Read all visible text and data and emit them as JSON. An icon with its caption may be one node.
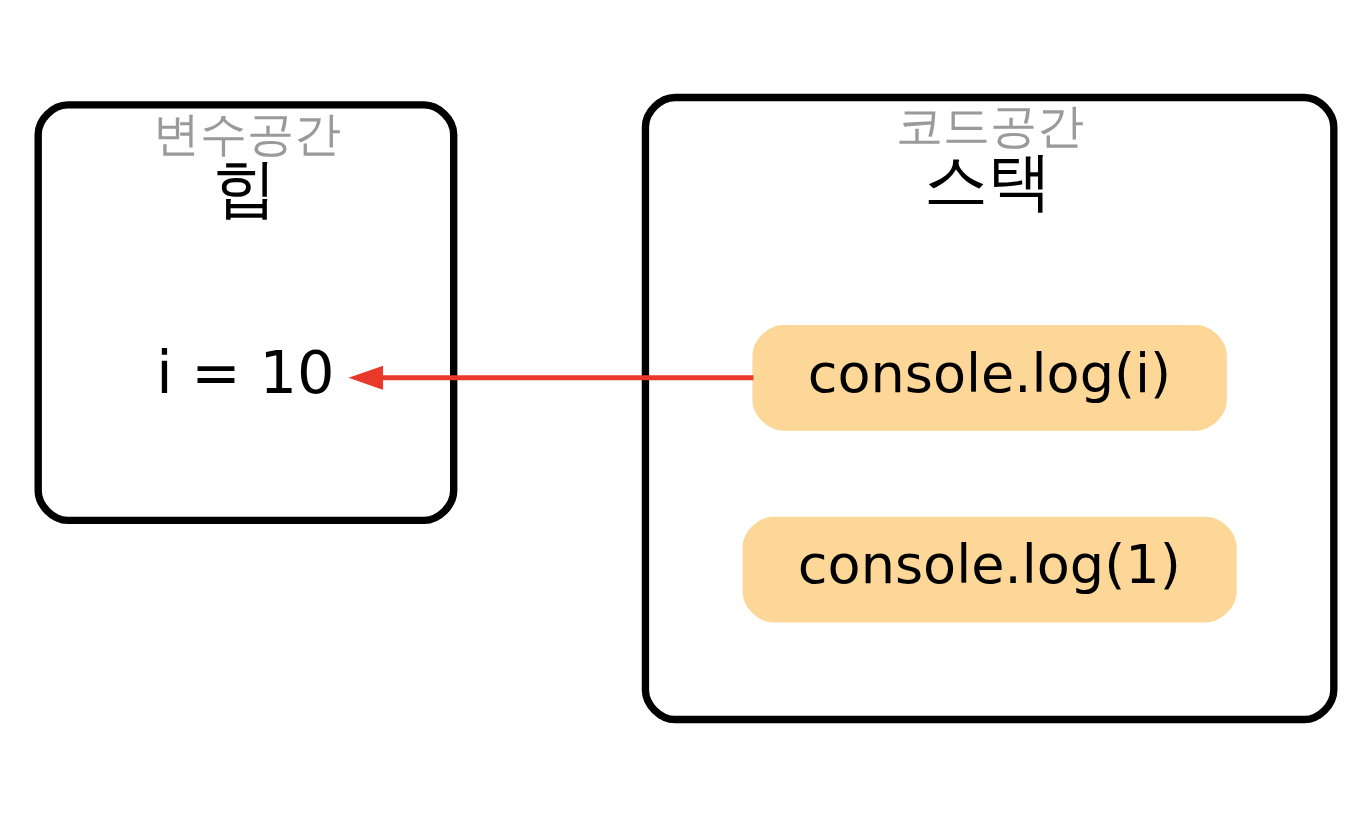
{
  "diagram": {
    "nodes": [
      {
        "text": [
          "힙"
        ],
        "beside": [
          "변수공간"
        ]
      },
      {
        "text": [
          "i = 10"
        ],
        "in": 0
      },
      {
        "text": [
          "스택"
        ],
        "beside": [
          "코드공간"
        ]
      },
      {
        "text": [
          "console.log(i)"
        ],
        "in": 2
      },
      {
        "text": [
          "console.log(1)"
        ],
        "in": 2
      }
    ],
    "edges": [
      {
        "from": 3,
        "to": 1,
        "arrow": "to",
        "color": "#e8392a"
      }
    ]
  }
}
